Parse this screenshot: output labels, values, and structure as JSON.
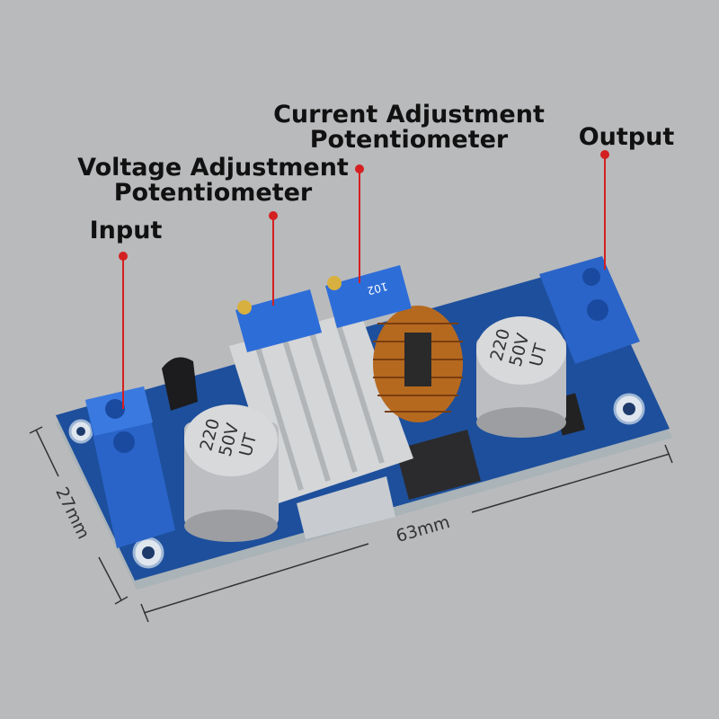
{
  "labels": {
    "current": [
      "Current Adjustment",
      "Potentiometer"
    ],
    "voltage": [
      "Voltage Adjustment",
      "Potentiometer"
    ],
    "input": "Input",
    "output": "Output"
  },
  "dimensions": {
    "width": "63mm",
    "height": "27mm"
  },
  "capacitor_marking": [
    "220",
    "50V",
    "UT"
  ],
  "pot_marking": "102",
  "colors": {
    "background": "#b9babc",
    "pcb": "#1d4f9c",
    "terminal": "#2f6fd6",
    "pointer": "#d42020"
  }
}
